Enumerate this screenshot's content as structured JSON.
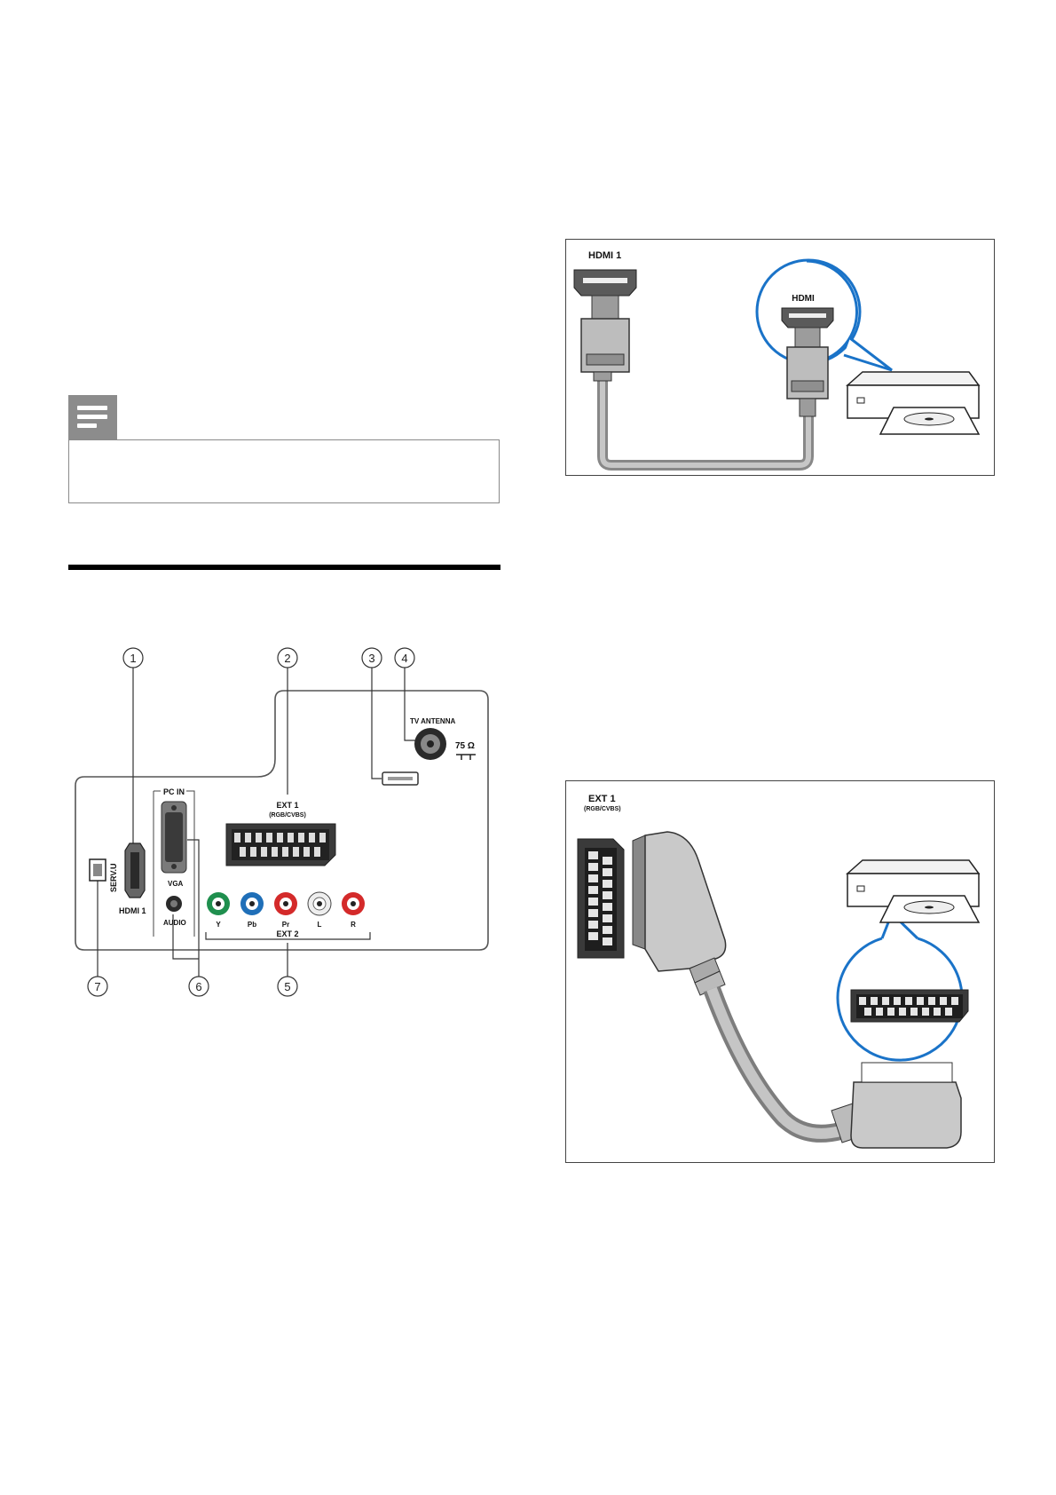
{
  "note": {
    "icon": "note-lines-icon"
  },
  "panel": {
    "callouts": [
      "1",
      "2",
      "3",
      "4",
      "5",
      "6",
      "7"
    ],
    "labels": {
      "tv_antenna": "TV ANTENNA",
      "ohm": "75 Ω",
      "ext1": "EXT 1",
      "ext1_sub": "(RGB/CVBS)",
      "pc_in": "PC IN",
      "vga": "VGA",
      "audio": "AUDIO",
      "hdmi1": "HDMI 1",
      "servu": "SERV.U",
      "y": "Y",
      "pb": "Pb",
      "pr": "Pr",
      "l": "L",
      "r": "R",
      "ext2": "EXT 2"
    }
  },
  "hdmi_diagram": {
    "port_label": "HDMI  1",
    "device_label": "HDMI"
  },
  "scart_diagram": {
    "port_label": "EXT  1",
    "port_sub": "(RGB/CVBS)"
  },
  "colors": {
    "y": "#1f8f4e",
    "pb": "#1f6fb8",
    "pr": "#d42a2a",
    "l": "#f0f0f0",
    "r": "#d42a2a",
    "highlight": "#1a73c8"
  }
}
